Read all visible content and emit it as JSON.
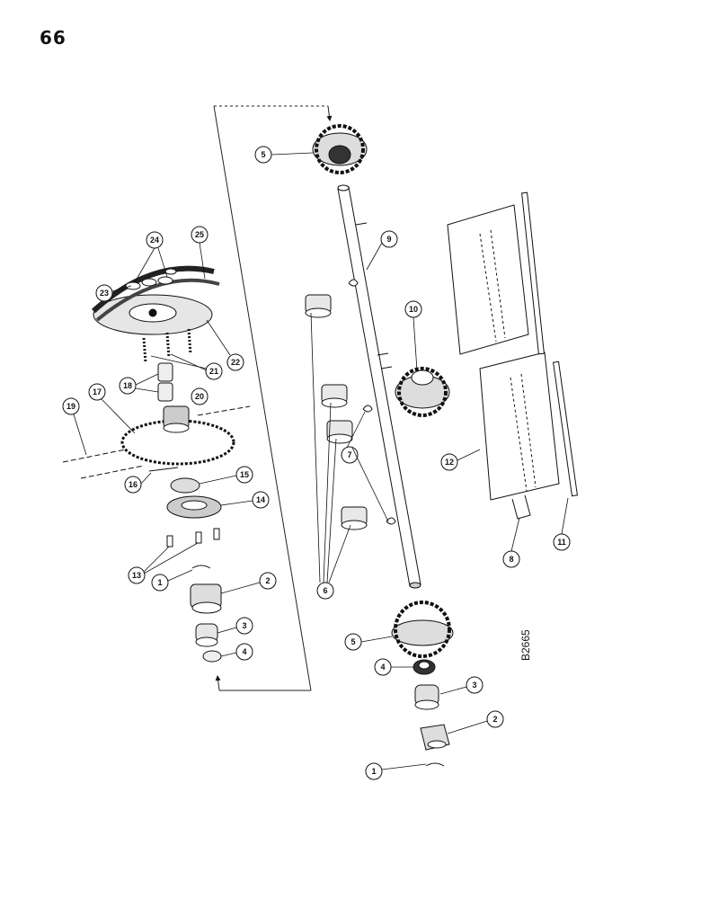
{
  "page": {
    "number": "66",
    "drawing_code": "B2665"
  },
  "callouts": {
    "left_group": [
      "24",
      "25",
      "23",
      "22",
      "21",
      "18",
      "20",
      "17",
      "19",
      "16",
      "15",
      "14",
      "13",
      "1",
      "2",
      "3",
      "4"
    ],
    "upper_shaft": [
      "5",
      "9",
      "10",
      "7",
      "6",
      "12",
      "11",
      "8"
    ],
    "lower_shaft": [
      "5",
      "4",
      "3",
      "2",
      "1"
    ]
  }
}
